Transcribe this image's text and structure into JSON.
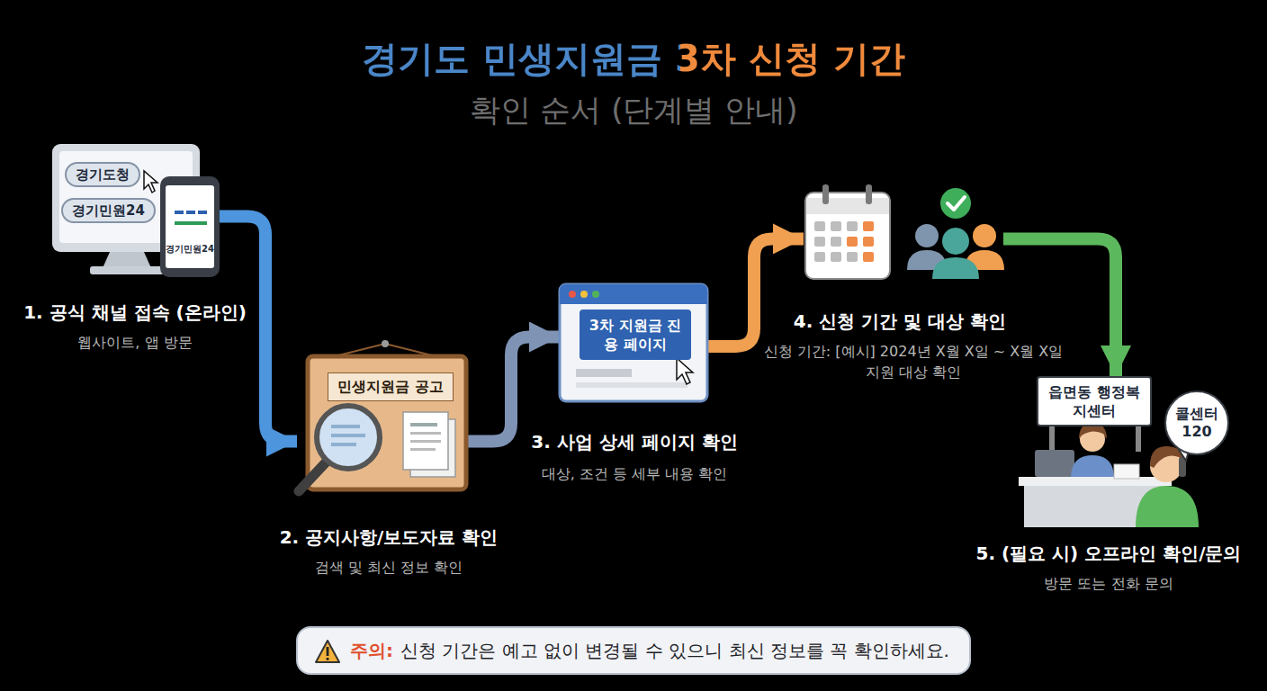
{
  "diagram": {
    "title": "경기도 민생지원금 3차 신청 기간",
    "nodes": [
      {
        "text": [
          "1. 공식 채널 접속 (온라인)",
          "웹사이트, 앱 방문"
        ]
      },
      {
        "text": [
          "경기도청"
        ],
        "in": 0
      },
      {
        "text": [
          "경기민원24"
        ],
        "in": 0
      },
      {
        "text": [
          "경기민원24"
        ],
        "in": 0
      },
      {
        "text": [
          "2. 공지사항/보도자료 확인",
          "검색 및 최신 정보 확인"
        ]
      },
      {
        "text": [
          "민생지원금 공고"
        ],
        "in": 4
      },
      {
        "text": [
          "3. 사업 상세 페이지 확인",
          "대상, 조건 등 세부 내용 확인"
        ]
      },
      {
        "text": [
          "3차 지원금 진용 페이지"
        ],
        "in": 6
      },
      {
        "text": [
          "4. 신청 기간 및 대상 확인",
          "신청 기간: [예시] 2024년 X월 X일 ~ X월 X일",
          "지원 대상 확인"
        ]
      },
      {
        "text": [
          "5. (필요 시) 오프라인 확인/문의",
          "방문 또는 전화 문의"
        ]
      },
      {
        "text": [
          "읍면동 행정복지센터"
        ],
        "in": 9
      },
      {
        "text": [
          "콜센터 120"
        ],
        "in": 9
      },
      {
        "text": [
          "주의:",
          "신청 기간은 예고 없이 변경될 수 있으니 최신 정보를 꼭 확인하세요."
        ]
      }
    ],
    "edges": [
      {
        "from": 0,
        "to": 4,
        "arrow": "to"
      },
      {
        "from": 4,
        "to": 6,
        "arrow": "to"
      },
      {
        "from": 6,
        "to": 8,
        "arrow": "to"
      },
      {
        "from": 8,
        "to": 9,
        "arrow": "to"
      }
    ],
    "labels": [
      "확인 순서 (단계별 안내)"
    ]
  }
}
